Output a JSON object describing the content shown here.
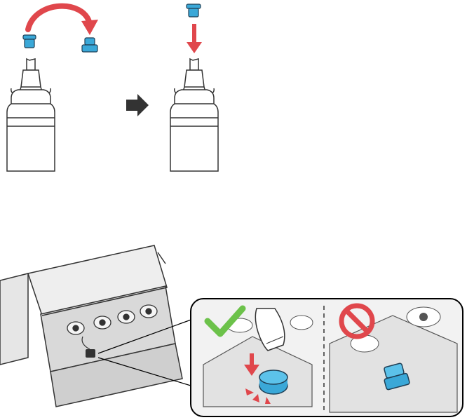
{
  "figure": {
    "steps": [
      {
        "id": "remove-cap",
        "caption": ""
      },
      {
        "id": "attach-cap",
        "caption": ""
      }
    ],
    "callout": {
      "correct_symbol": "checkmark",
      "incorrect_symbol": "prohibited"
    }
  },
  "colors": {
    "cap_blue": "#3aa8d8",
    "cap_dark": "#1f6f95",
    "arrow_red": "#e0474c",
    "check_green": "#6cc24a",
    "line_gray": "#333333",
    "fill_gray": "#d9d9d9"
  },
  "icons": [
    "curved-arrow-icon",
    "down-arrow-icon",
    "right-arrow-icon",
    "checkmark-icon",
    "prohibited-icon"
  ]
}
